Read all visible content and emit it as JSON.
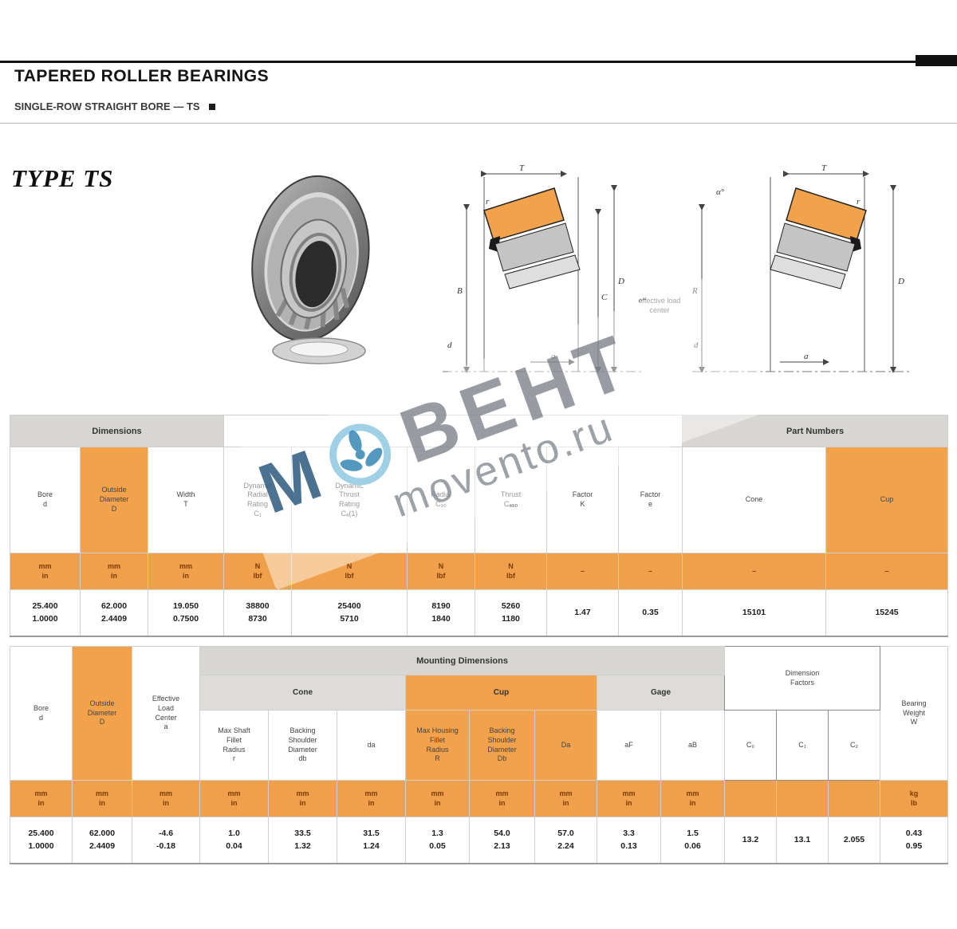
{
  "header": {
    "title": "TAPERED ROLLER BEARINGS",
    "subtitle": "SINGLE-ROW STRAIGHT BORE — TS"
  },
  "type_label": "TYPE TS",
  "watermark": {
    "letter": "М",
    "brand": "ВЕНТ",
    "site": "movento.ru"
  },
  "colors": {
    "accent_orange": "#f2a24b",
    "group_gray": "#d7d6d3",
    "watermark_blue": "#2c5a7e"
  },
  "note_between": "effective load\ncenter",
  "diagram_left": {
    "labels": {
      "t": "T",
      "c": "C",
      "b": "B",
      "d": "d",
      "dcap": "D",
      "r": "r",
      "a": "a"
    }
  },
  "diagram_right": {
    "labels": {
      "alpha": "α°",
      "t": "T",
      "r": "r",
      "rcap": "R",
      "d": "d",
      "dcap": "D",
      "a": "a"
    }
  },
  "table1": {
    "group_dimensions": "Dimensions",
    "group_part_numbers": "Part Numbers",
    "headers": [
      "Bore\nd",
      "Outside\nDiameter\nD",
      "Width\nT",
      "Dynamic\nRadial\nRating\nC₁",
      "Dynamic\nThrust\nRating\nCₐ(1)",
      "Radial\nC₉₀",
      "Thrust\nCₐ₉₀",
      "Factor\nK",
      "Factor\ne",
      "Cone",
      "Cup"
    ],
    "units": [
      "mm\nin",
      "mm\nin",
      "mm\nin",
      "N\nlbf",
      "N\nlbf",
      "N\nlbf",
      "N\nlbf",
      "–",
      "–",
      "–",
      "–"
    ],
    "rows": [
      [
        "25.400\n1.0000",
        "62.000\n2.4409",
        "19.050\n0.7500",
        "38800\n8730",
        "25400\n5710",
        "8190\n1840",
        "5260\n1180",
        "1.47",
        "0.35",
        "15101",
        "15245"
      ]
    ]
  },
  "table2": {
    "group_mounting": "Mounting Dimensions",
    "group_cone": "Cone",
    "group_cup": "Cup",
    "group_gage": "Gage",
    "group_factors": "Dimension\nFactors",
    "headers": [
      "Bore\nd",
      "Outside\nDiameter\nD",
      "Effective\nLoad\nCenter\na",
      "Max Shaft\nFillet\nRadius\nr",
      "Backing\nShoulder\nDiameter\ndb",
      "da",
      "Max Housing\nFillet\nRadius\nR",
      "Backing\nShoulder\nDiameter\nDb",
      "Da",
      "aF",
      "aB",
      "C₀",
      "C₁",
      "C₂",
      "Bearing\nWeight\nW"
    ],
    "units": [
      "mm\nin",
      "mm\nin",
      "mm\nin",
      "mm\nin",
      "mm\nin",
      "mm\nin",
      "mm\nin",
      "mm\nin",
      "mm\nin",
      "mm\nin",
      "mm\nin",
      "",
      "",
      "",
      "kg\nlb"
    ],
    "rows": [
      [
        "25.400\n1.0000",
        "62.000\n2.4409",
        "-4.6\n-0.18",
        "1.0\n0.04",
        "33.5\n1.32",
        "31.5\n1.24",
        "1.3\n0.05",
        "54.0\n2.13",
        "57.0\n2.24",
        "3.3\n0.13",
        "1.5\n0.06",
        "13.2",
        "13.1",
        "2.055",
        "0.43\n0.95"
      ]
    ]
  }
}
